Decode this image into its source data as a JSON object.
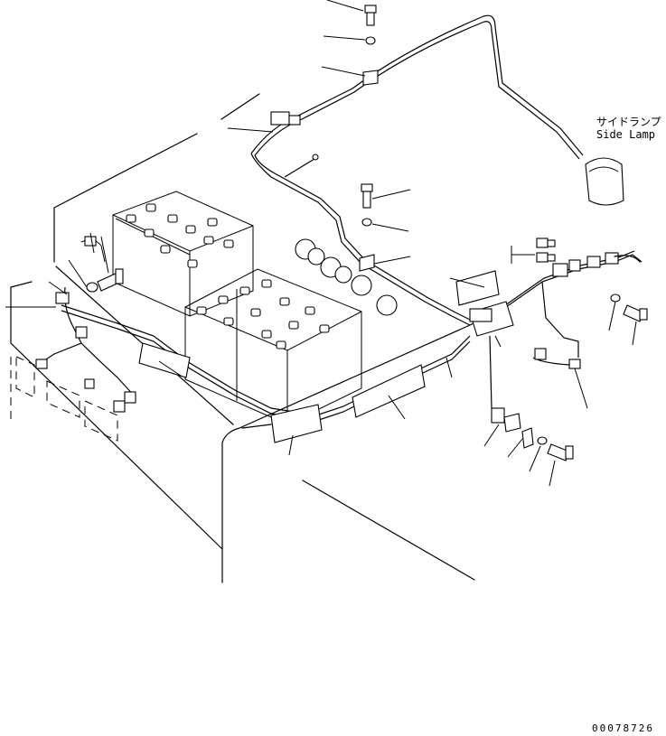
{
  "labels": {
    "side_lamp_jp": "サイドランプ",
    "side_lamp_en": "Side Lamp"
  },
  "drawing_number": "00078726"
}
